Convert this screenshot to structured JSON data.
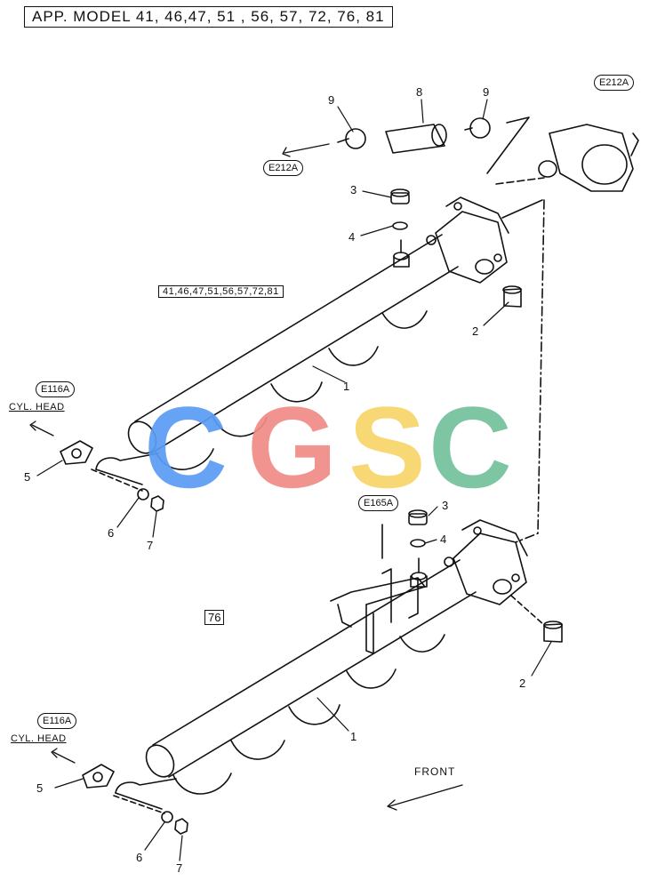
{
  "header": {
    "model_label": "APP. MODEL 41, 46,47, 51 , 56, 57, 72, 76, 81"
  },
  "variant_label": "41,46,47,51,56,57,72,81",
  "variant_76_label": "76",
  "refs": {
    "top_right": "E212A",
    "top_left": "E212A",
    "upper_head": "E116A",
    "lower_head": "E116A",
    "lower_bracket": "E165A"
  },
  "cyl_head_label": "CYL. HEAD",
  "front_label": "FRONT",
  "callouts": {
    "part_1": "1",
    "part_2": "2",
    "part_3": "3",
    "part_4": "4",
    "part_5": "5",
    "part_6": "6",
    "part_7": "7",
    "part_8": "8",
    "part_9": "9"
  },
  "watermark": {
    "letters": [
      "C",
      "G",
      "S",
      "C"
    ],
    "colors": [
      "#5b9cf5",
      "#f08c86",
      "#f7d56a",
      "#74c29c"
    ]
  }
}
